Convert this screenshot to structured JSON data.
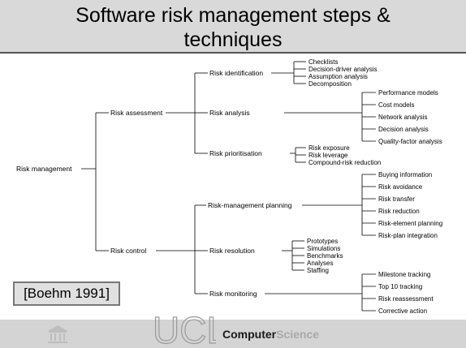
{
  "title": "Software risk management steps &\ntechniques",
  "citation": "[Boehm 1991]",
  "footer": {
    "brand_primary": "Computer",
    "brand_secondary": "Science",
    "logo_text": "UCL"
  },
  "tree": {
    "root": "Risk management",
    "assessment": {
      "label": "Risk assessment",
      "identification": {
        "label": "Risk identification",
        "items": [
          "Checklists",
          "Decision-driver analysis",
          "Assumption analysis",
          "Decomposition"
        ]
      },
      "analysis": {
        "label": "Risk analysis",
        "items": [
          "Performance models",
          "Cost models",
          "Network analysis",
          "Decision analysis",
          "Quality-factor analysis"
        ]
      },
      "prioritisation": {
        "label": "Risk prioritisation",
        "items": [
          "Risk exposure",
          "Risk leverage",
          "Compound-risk reduction"
        ]
      }
    },
    "control": {
      "label": "Risk control",
      "planning": {
        "label": "Risk-management planning",
        "items": [
          "Buying information",
          "Risk avoidance",
          "Risk transfer",
          "Risk reduction",
          "Risk-element planning",
          "Risk-plan integration"
        ]
      },
      "resolution": {
        "label": "Risk resolution",
        "items": [
          "Prototypes",
          "Simulations",
          "Benchmarks",
          "Analyses",
          "Staffing"
        ]
      },
      "monitoring": {
        "label": "Risk monitoring",
        "items": [
          "Milestone tracking",
          "Top 10 tracking",
          "Risk reassessment",
          "Corrective action"
        ]
      }
    }
  }
}
